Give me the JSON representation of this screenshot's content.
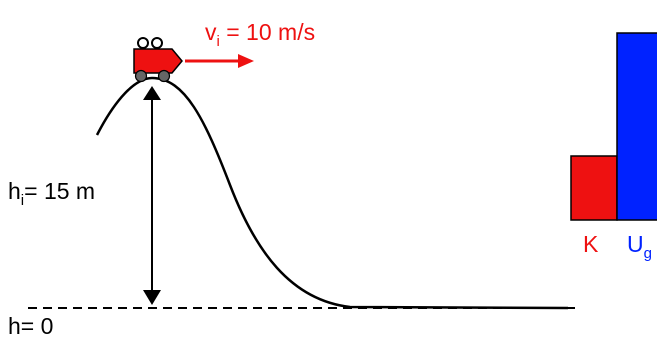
{
  "velocity": {
    "symbol": "v",
    "subscript": "i",
    "value_text": " = 10 m/s",
    "color": "#ee1111"
  },
  "initial_height": {
    "symbol": "h",
    "subscript": "i",
    "value_text": "= 15 m"
  },
  "reference_height": {
    "text": "h= 0"
  },
  "energy_bars": {
    "kinetic": {
      "label": "K",
      "color": "#ee1111"
    },
    "gravitational": {
      "label": "U",
      "subscript": "g",
      "color": "#0022ff"
    }
  },
  "colors": {
    "cart_body": "#ee1111",
    "wheels": "#666666",
    "track": "#000000"
  }
}
